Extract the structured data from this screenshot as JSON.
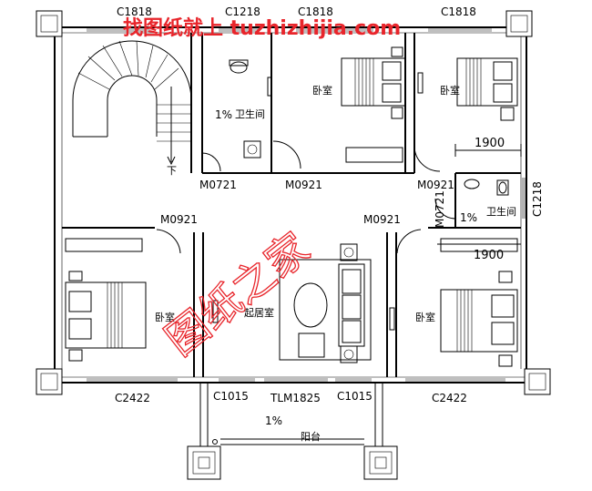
{
  "watermark": {
    "top": "找图纸就上 tuzhizhijia.com",
    "diagonal": "图纸之家"
  },
  "windows": {
    "c1818_a": "C1818",
    "c1218_top": "C1218",
    "c1818_b": "C1818",
    "c1818_c": "C1818",
    "c1218_right": "C1218",
    "c2422_left": "C2422",
    "c1015_left": "C1015",
    "tlm1825": "TLM1825",
    "c1015_right": "C1015",
    "c2422_right": "C2422"
  },
  "doors": {
    "m0721_a": "M0721",
    "m0921_a": "M0921",
    "m0921_b": "M0921",
    "m0721_b": "M0721",
    "m0921_c": "M0921",
    "m0921_d": "M0921"
  },
  "rooms": {
    "bathroom_top": "卫生间",
    "bathroom_right": "卫生间",
    "bedroom_top_mid": "卧室",
    "bedroom_top_right": "卧室",
    "bedroom_left": "卧室",
    "bedroom_right": "卧室",
    "living_room": "起居室",
    "balcony": "阳台"
  },
  "slopes": {
    "bath_top": "1%",
    "bath_right": "1%",
    "balcony": "1%"
  },
  "dimensions": {
    "d1900_top": "1900",
    "d1900_right": "1900"
  },
  "stair": {
    "down_label": "下"
  }
}
